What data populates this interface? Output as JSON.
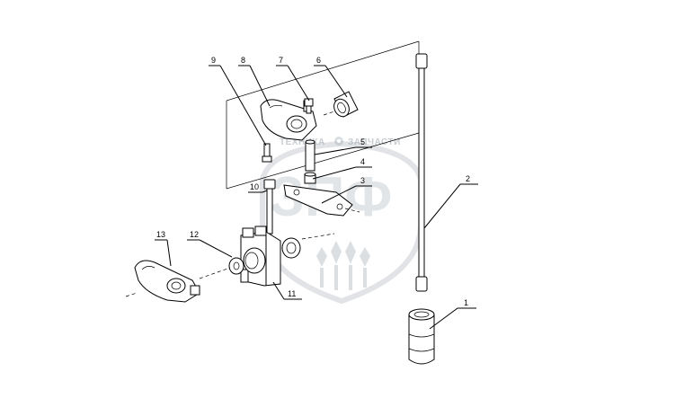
{
  "watermark": {
    "caption_left": "ТЕХНИКА",
    "caption_right": "ЗАПЧАСТИ",
    "logo_letters": "ЗПФ"
  },
  "callouts": [
    "1",
    "2",
    "3",
    "4",
    "5",
    "6",
    "7",
    "8",
    "9",
    "10",
    "11",
    "12",
    "13"
  ],
  "colors": {
    "line": "#000000",
    "watermark": "#9aa3ad",
    "background": "#ffffff"
  }
}
